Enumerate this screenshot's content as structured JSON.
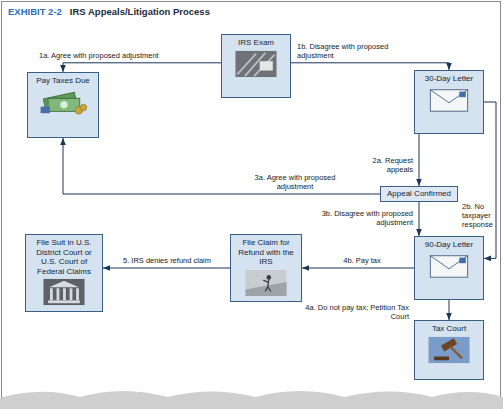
{
  "diagram": {
    "title": "IRS Appeals/Litigation Process",
    "nodes": [
      {
        "text": [
          "IRS Exam"
        ]
      },
      {
        "text": [
          "Pay Taxes Due"
        ]
      },
      {
        "text": [
          "30-Day Letter"
        ]
      },
      {
        "text": [
          "Appeal Confirmed"
        ]
      },
      {
        "text": [
          "File Suit in U.S. District Court or U.S. Court of Federal Claims"
        ]
      },
      {
        "text": [
          "File Claim for Refund with the IRS"
        ]
      },
      {
        "text": [
          "90-Day Letter"
        ]
      },
      {
        "text": [
          "Tax Court"
        ]
      }
    ],
    "edges": [
      {
        "from": 0,
        "to": 1,
        "label": "1a. Agree with proposed adjustment",
        "arrow": "to"
      },
      {
        "from": 0,
        "to": 2,
        "label": "1b. Disagree with proposed adjustment",
        "arrow": "to"
      },
      {
        "from": 2,
        "to": 3,
        "label": "2a. Request appeals",
        "arrow": "to"
      },
      {
        "from": 2,
        "to": 6,
        "label": "2b. No taxpayer response",
        "arrow": "to"
      },
      {
        "from": 3,
        "to": 1,
        "label": "3a. Agree with proposed adjustment",
        "arrow": "to"
      },
      {
        "from": 3,
        "to": 6,
        "label": "3b. Disagree with proposed adjustment",
        "arrow": "to"
      },
      {
        "from": 6,
        "to": 7,
        "label": "4a. Do not pay tax; Petition Tax Court",
        "arrow": "to"
      },
      {
        "from": 6,
        "to": 5,
        "label": "4b. Pay tax",
        "arrow": "to"
      },
      {
        "from": 5,
        "to": 4,
        "label": "5. IRS denies refund claim",
        "arrow": "to"
      }
    ],
    "labels": [
      "EXHIBIT 2-2"
    ]
  }
}
